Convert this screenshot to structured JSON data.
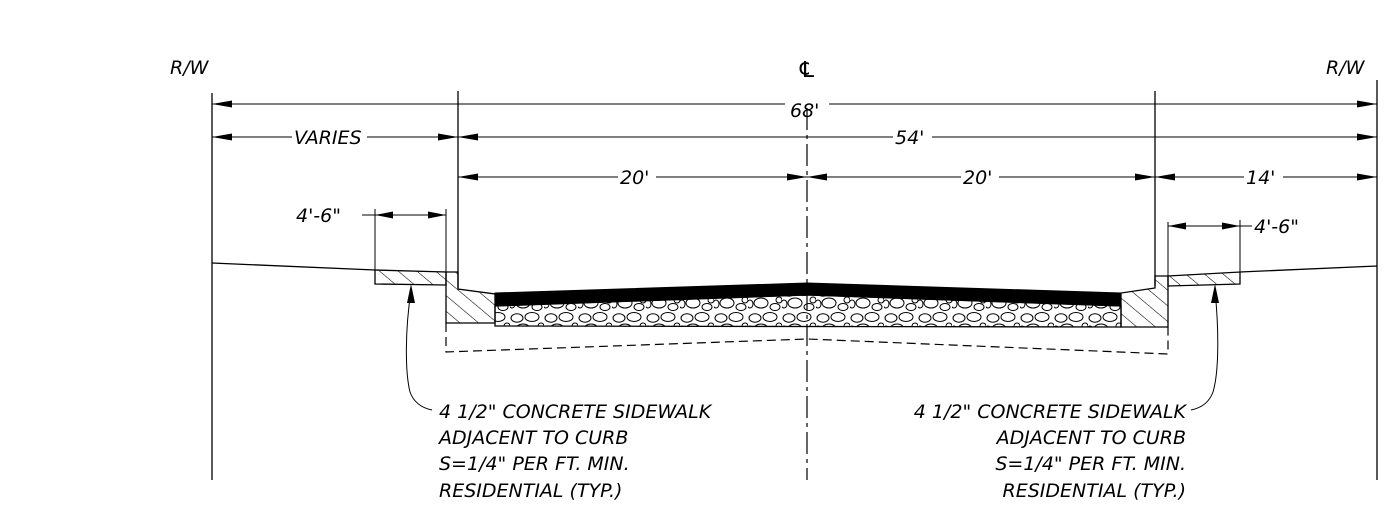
{
  "labels": {
    "rw_left": "R/W",
    "rw_right": "R/W",
    "centerline": "℄",
    "dim_total": "68'",
    "dim_varies": "VARIES",
    "dim_roadway": "54'",
    "dim_lane_left": "20'",
    "dim_lane_right": "20'",
    "dim_right_strip": "14'",
    "dim_sidewalk_left": "4'-6\"",
    "dim_sidewalk_right": "4'-6\""
  },
  "callout_left": [
    "4  1/2\" CONCRETE SIDEWALK",
    "ADJACENT TO CURB",
    "S=1/4\" PER FT. MIN.",
    "RESIDENTIAL (TYP.)"
  ],
  "callout_right": [
    "4  1/2\" CONCRETE SIDEWALK",
    "ADJACENT TO CURB",
    "S=1/4\" PER FT. MIN.",
    "RESIDENTIAL (TYP.)"
  ]
}
